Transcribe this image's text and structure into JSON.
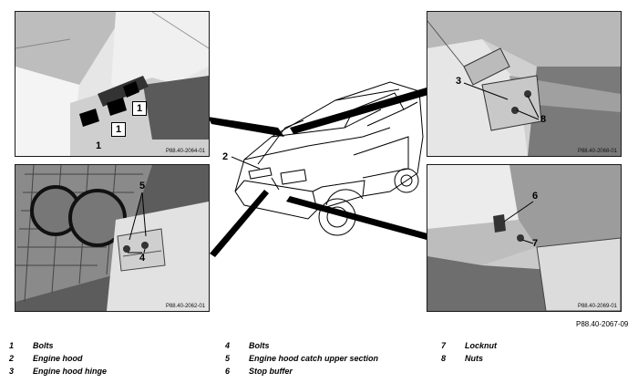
{
  "panels": {
    "top_left": {
      "fig_code": "P88.40-2064-01",
      "callouts": [
        "1",
        "1",
        "1"
      ]
    },
    "bottom_left": {
      "fig_code": "P88.40-2062-01",
      "callouts": [
        "5",
        "4"
      ]
    },
    "top_right": {
      "fig_code": "P88.40-2068-01",
      "callouts": [
        "3",
        "8"
      ]
    },
    "bottom_right": {
      "fig_code": "P88.40-2069-01",
      "callouts": [
        "6",
        "7"
      ]
    }
  },
  "vehicle": {
    "callout": "2"
  },
  "figure_id": "P88.40-2067-09",
  "legend": [
    {
      "num": "1",
      "label": "Bolts"
    },
    {
      "num": "2",
      "label": "Engine hood"
    },
    {
      "num": "3",
      "label": "Engine hood hinge"
    },
    {
      "num": "4",
      "label": "Bolts"
    },
    {
      "num": "5",
      "label": "Engine hood catch upper section"
    },
    {
      "num": "6",
      "label": "Stop buffer"
    },
    {
      "num": "7",
      "label": "Locknut"
    },
    {
      "num": "8",
      "label": "Nuts"
    }
  ]
}
